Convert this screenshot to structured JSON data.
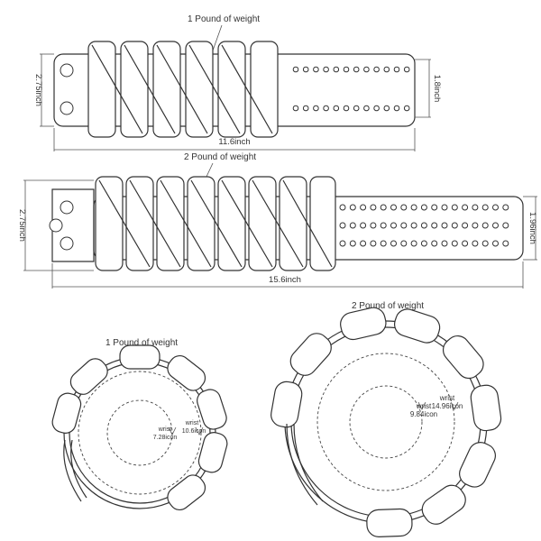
{
  "diagram1": {
    "title": "1 Pound of weight",
    "height_left": "2.75inch",
    "height_right": "1.8inch",
    "length": "11.6inch"
  },
  "diagram2": {
    "title": "2 Pound of weight",
    "height_left": "2.75inch",
    "height_right": "1.96inch",
    "length": "15.6inch"
  },
  "diagram3": {
    "title": "1 Pound of weight",
    "outer_label_1": "wrist",
    "outer_label_2": "10.6icon",
    "inner_label_1": "wrist",
    "inner_label_2": "7.28icon"
  },
  "diagram4": {
    "title": "2 Pound of weight",
    "outer_label_1": "wrist",
    "outer_label_2": "14.96icon",
    "inner_label_1": "wrist",
    "inner_label_2": "9.84icon"
  },
  "colors": {
    "line": "#333333",
    "background": "#ffffff"
  }
}
